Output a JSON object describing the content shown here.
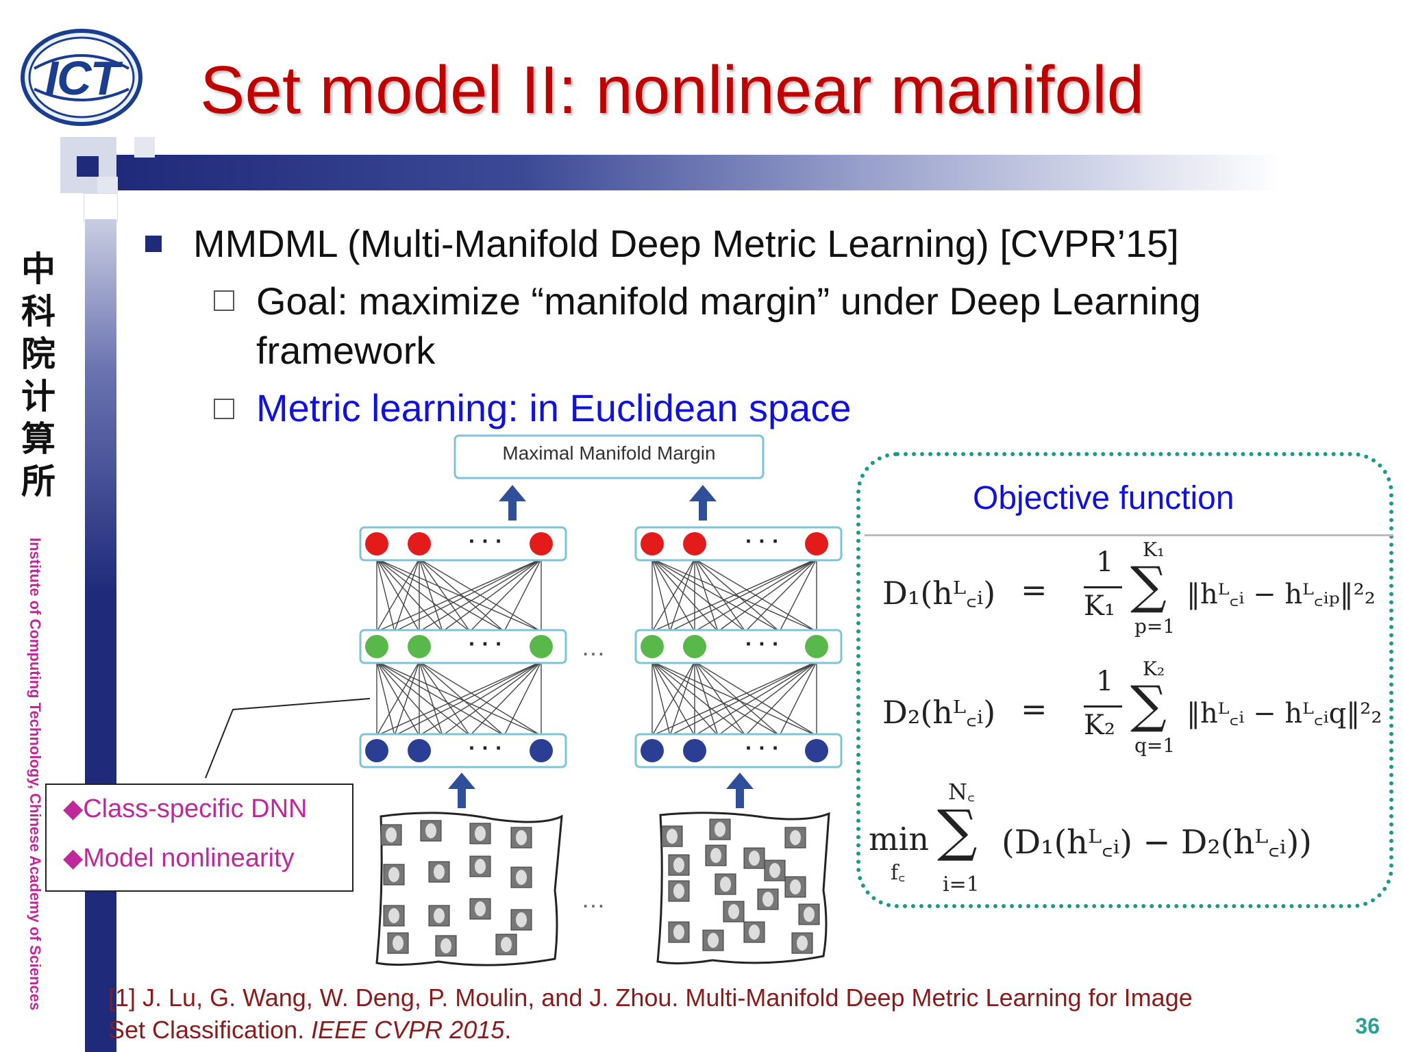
{
  "slide": {
    "title": "Set model II: nonlinear manifold",
    "page_number": "36",
    "logo_text": "ICT",
    "sidebar_cn": [
      "中",
      "科",
      "院",
      "计",
      "算",
      "所"
    ],
    "sidebar_en": "Institute of Computing Technology, Chinese Academy of Sciences"
  },
  "bullets": {
    "main": "MMDML (Multi-Manifold Deep Metric Learning) [CVPR’15]",
    "sub1_line1": "Goal: maximize “manifold margin” under Deep Learning",
    "sub1_line2": "framework",
    "sub2": "Metric learning: in Euclidean space"
  },
  "figure": {
    "top_box": "Maximal Manifold Margin",
    "ellipsis": "…",
    "dots": "· · ·",
    "class_specific_1": "◆Class-specific DNN",
    "class_specific_2": "◆Model nonlinearity"
  },
  "objective": {
    "title": "Objective function",
    "eq1_lhs": "D₁(hᴸ꜀ᵢ)",
    "eq2_lhs": "D₂(hᴸ꜀ᵢ)",
    "equals": "=",
    "frac1_num": "1",
    "frac1_den": "K₁",
    "frac2_num": "1",
    "frac2_den": "K₂",
    "sum_top1": "K₁",
    "sum_bot1": "p=1",
    "sum_top2": "K₂",
    "sum_bot2": "q=1",
    "sum_top3": "N꜀",
    "sum_bot3": "i=1",
    "sigma": "∑",
    "eq1_body": "‖hᴸ꜀ᵢ − hᴸ꜀ᵢₚ‖²₂",
    "eq2_body": "‖hᴸ꜀ᵢ − hᴸ꜀ᵢq‖²₂",
    "min_label": "min",
    "min_sub": "f꜀",
    "eq3_body": "(D₁(hᴸ꜀ᵢ) − D₂(hᴸ꜀ᵢ))"
  },
  "reference": {
    "line1": "[1] J. Lu, G. Wang, W. Deng, P. Moulin, and J. Zhou. Multi-Manifold Deep Metric Learning for Image",
    "line2_plain": "Set Classification. ",
    "line2_italic": "IEEE CVPR 2015",
    "line2_end": "."
  },
  "colors": {
    "title_red": "#c00000",
    "navy": "#1f2a7a",
    "teal": "#1a9a8a",
    "blue_text": "#1010e0",
    "magenta": "#c0279a",
    "red_node": "#e41b1b",
    "green_node": "#59b84a",
    "blue_node": "#2a3f94"
  }
}
